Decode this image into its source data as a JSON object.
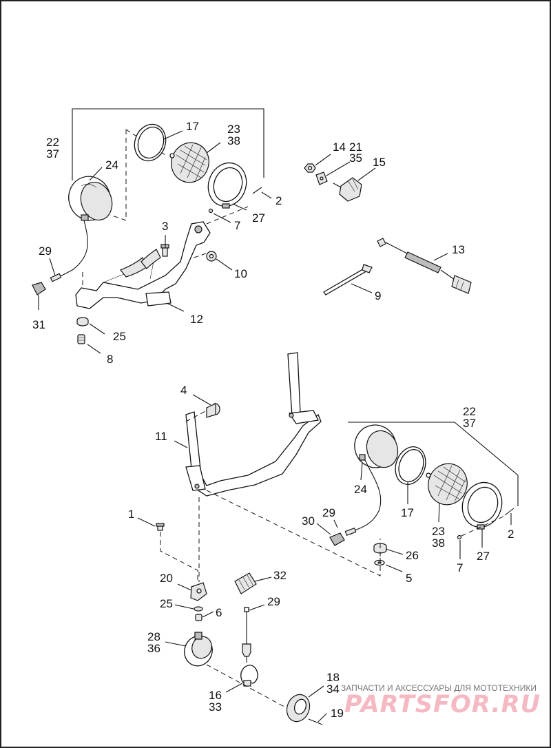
{
  "diagram": {
    "callouts": {
      "c22a": "22",
      "c37a": "37",
      "c24a": "24",
      "c17a": "17",
      "c23a": "23",
      "c38a": "38",
      "c2a": "2",
      "c27a": "27",
      "c7a": "7",
      "c3": "3",
      "c10": "10",
      "c12": "12",
      "c29a": "29",
      "c31": "31",
      "c25a": "25",
      "c8": "8",
      "c14": "14",
      "c21": "21",
      "c35": "35",
      "c15": "15",
      "c13": "13",
      "c9": "9",
      "c4": "4",
      "c11": "11",
      "c22b": "22",
      "c37b": "37",
      "c24b": "24",
      "c17b": "17",
      "c23b": "23",
      "c38b": "38",
      "c2b": "2",
      "c27b": "27",
      "c7b": "7",
      "c29b": "29",
      "c30": "30",
      "c26": "26",
      "c5": "5",
      "c1": "1",
      "c20": "20",
      "c25b": "25",
      "c6": "6",
      "c32": "32",
      "c29c": "29",
      "c28": "28",
      "c36": "36",
      "c16": "16",
      "c33": "33",
      "c18": "18",
      "c34": "34",
      "c19": "19"
    }
  },
  "watermark": {
    "text": "ЗАПЧАСТИ И АКСЕССУАРЫ ДЛЯ МОТОТЕХНИКИ",
    "logo": "PARTSFOR.RU",
    "logo_color": "#f4b9c2"
  },
  "colors": {
    "line": "#111111",
    "background": "#ffffff",
    "frame": "#222222"
  }
}
